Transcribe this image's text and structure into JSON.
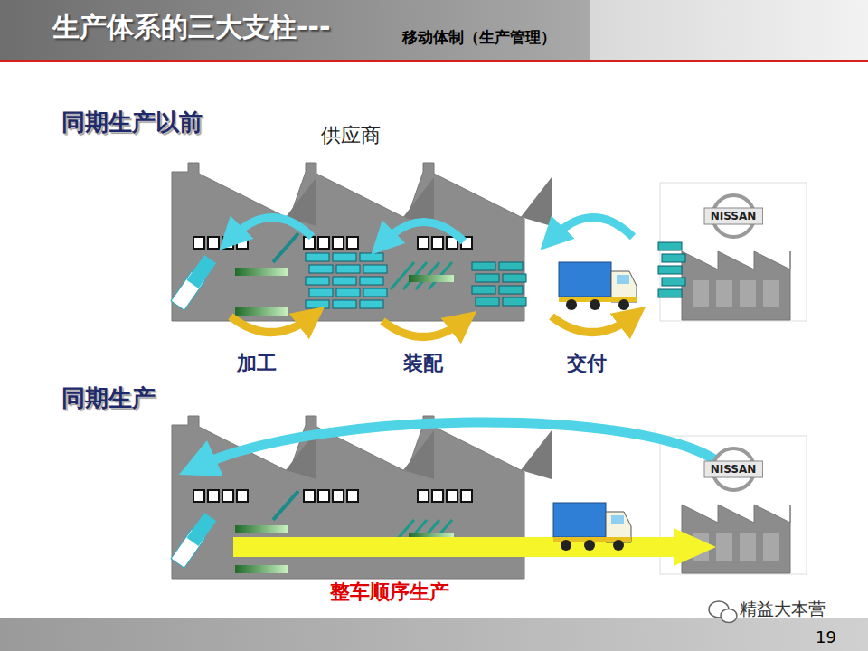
{
  "diagram": {
    "title": "生产体系的三大支柱---",
    "nodes": [
      {
        "text": [
          "NISSAN"
        ]
      },
      {
        "text": [
          "NISSAN"
        ]
      }
    ],
    "labels": [
      "移动体制（生产管理）",
      "同期生产以前",
      "供应商",
      "加工",
      "装配",
      "交付",
      "同期生产",
      "整车顺序生产",
      "精益大本营",
      "19"
    ]
  }
}
